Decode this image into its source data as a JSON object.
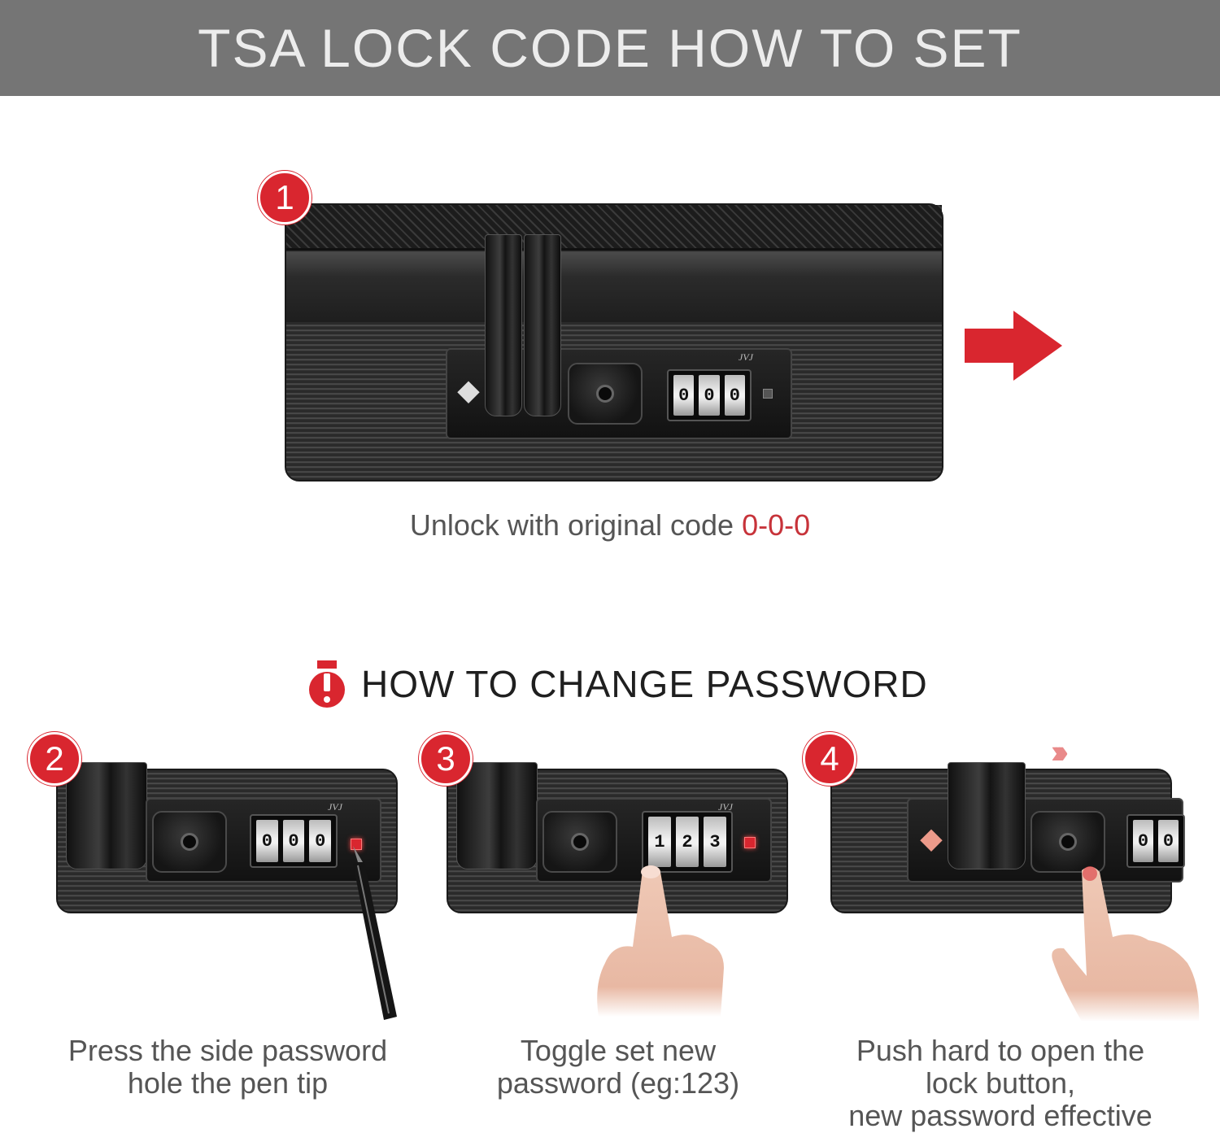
{
  "header": {
    "title": "TSA LOCK CODE HOW TO SET"
  },
  "step1": {
    "badge": "1",
    "caption_prefix": "Unlock with original code ",
    "caption_code": "0-0-0",
    "wheel_digits": [
      "0",
      "0",
      "0"
    ],
    "brand": "JVJ"
  },
  "section": {
    "title": "HOW TO CHANGE PASSWORD"
  },
  "steps": [
    {
      "badge": "2",
      "caption_line1": "Press the side password",
      "caption_line2": "hole the pen tip",
      "wheel_digits": [
        "0",
        "0",
        "0"
      ],
      "brand": "JVJ"
    },
    {
      "badge": "3",
      "caption_line1": "Toggle set new",
      "caption_line2": "password (eg:123)",
      "wheel_digits": [
        "1",
        "2",
        "3"
      ],
      "brand": "JVJ"
    },
    {
      "badge": "4",
      "caption_line1": "Push hard to open the",
      "caption_line2": "lock button,",
      "caption_line3": "new password effective",
      "wheel_digits": [
        "0",
        "0"
      ]
    }
  ],
  "colors": {
    "accent_red": "#d9262f",
    "banner_gray": "#757575"
  },
  "icons": [
    "right-arrow-icon",
    "alert-icon",
    "tsa-diamond-icon",
    "keyhole-icon",
    "pen-icon",
    "hand-icon",
    "chevrons-right-icon"
  ]
}
